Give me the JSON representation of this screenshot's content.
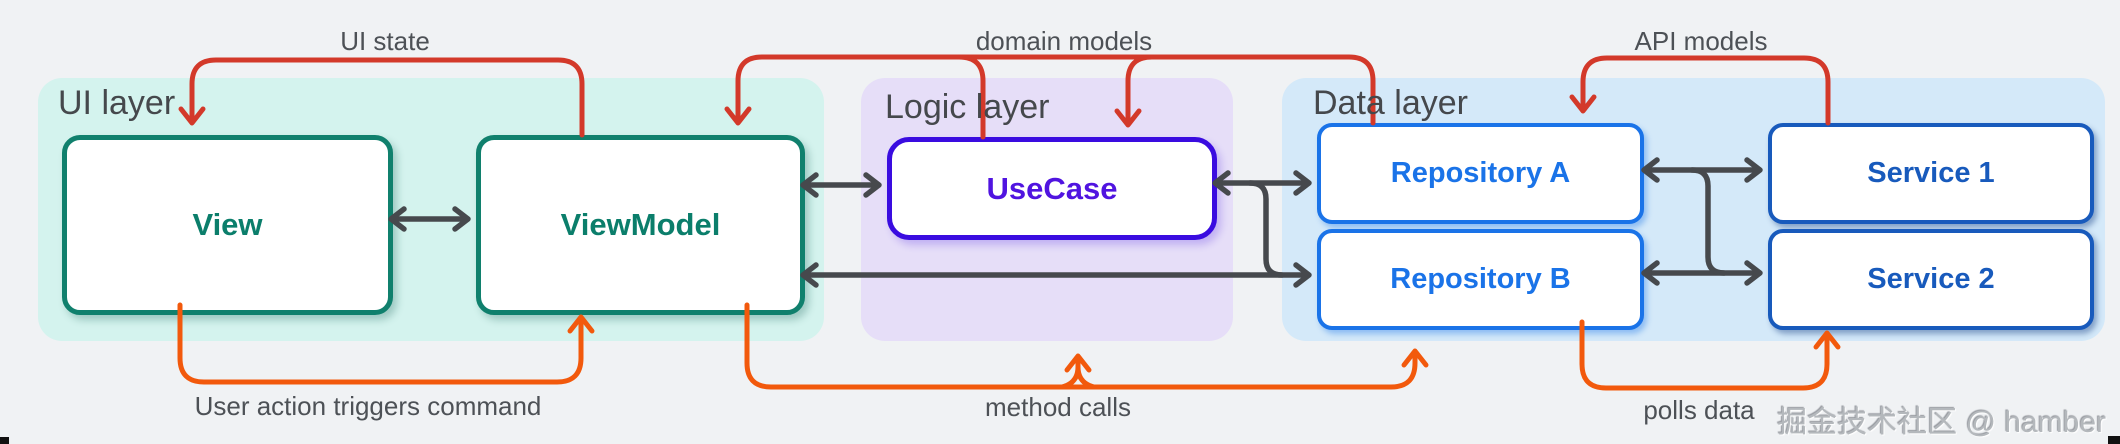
{
  "colors": {
    "page-bg": "#f0f2f4",
    "ui-layer-bg": "#d4f3ee",
    "logic-layer-bg": "#e6def8",
    "data-layer-bg": "#d4e9f9",
    "teal": "#10806d",
    "teal-text": "#0b7e6b",
    "purple": "#3a0ce0",
    "purple-text": "#5014e0",
    "blue": "#1a73e8",
    "dark-blue": "#185abc",
    "red": "#d3392a",
    "orange": "#f2590c",
    "arrow-dark": "#46494d",
    "label-gray": "#4d5156",
    "layer-label": "#45484c",
    "watermark": "#b4b8bc"
  },
  "layers": [
    {
      "id": "ui",
      "label": "UI layer"
    },
    {
      "id": "logic",
      "label": "Logic layer"
    },
    {
      "id": "data",
      "label": "Data layer"
    }
  ],
  "nodes": {
    "view": "View",
    "viewmodel": "ViewModel",
    "usecase": "UseCase",
    "repo_a": "Repository A",
    "repo_b": "Repository B",
    "service_1": "Service 1",
    "service_2": "Service 2"
  },
  "edge_labels": {
    "ui_state": "UI state",
    "domain_models": "domain models",
    "api_models": "API models",
    "user_action": "User action triggers command",
    "method_calls": "method calls",
    "polls_data": "polls data"
  },
  "watermark": "掘金技术社区 @ hamber"
}
